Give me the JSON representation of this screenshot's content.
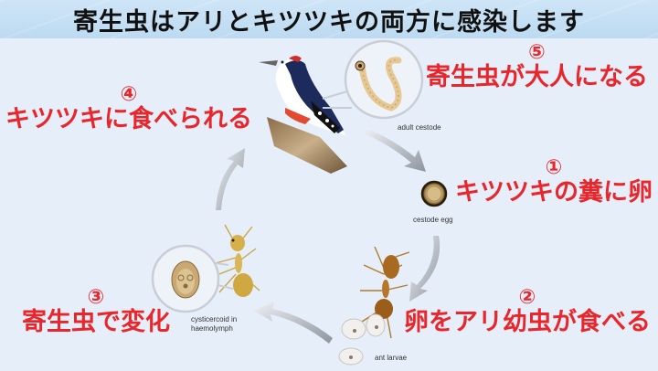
{
  "title": "寄生虫はアリとキツツキの両方に感染します",
  "colors": {
    "title_bg": "#c6e0f5",
    "content_bg": "#e6eff9",
    "label_red": "#e8262b",
    "title_text": "#111111",
    "arrow_gray": "#9aa0aa"
  },
  "steps": [
    {
      "num": "①",
      "text": "キツツキの糞に卵"
    },
    {
      "num": "②",
      "text": "卵をアリ幼虫が食べる"
    },
    {
      "num": "③",
      "text": "寄生虫で変化"
    },
    {
      "num": "④",
      "text": "キツツキに食べられる"
    },
    {
      "num": "⑤",
      "text": "寄生虫が大人になる"
    }
  ],
  "captions": {
    "adult": "adult cestode",
    "egg": "cestode egg",
    "larvae": "ant larvae",
    "cysticercoid_1": "cysticercoid in",
    "cysticercoid_2": "haemolymph"
  },
  "illustrations": [
    "woodpecker",
    "adult-cestode-magnified",
    "cestode-egg",
    "ant-worker-brown",
    "ant-larvae",
    "ant-yellow-infected",
    "cysticercoid-magnified",
    "cycle-arrows"
  ]
}
